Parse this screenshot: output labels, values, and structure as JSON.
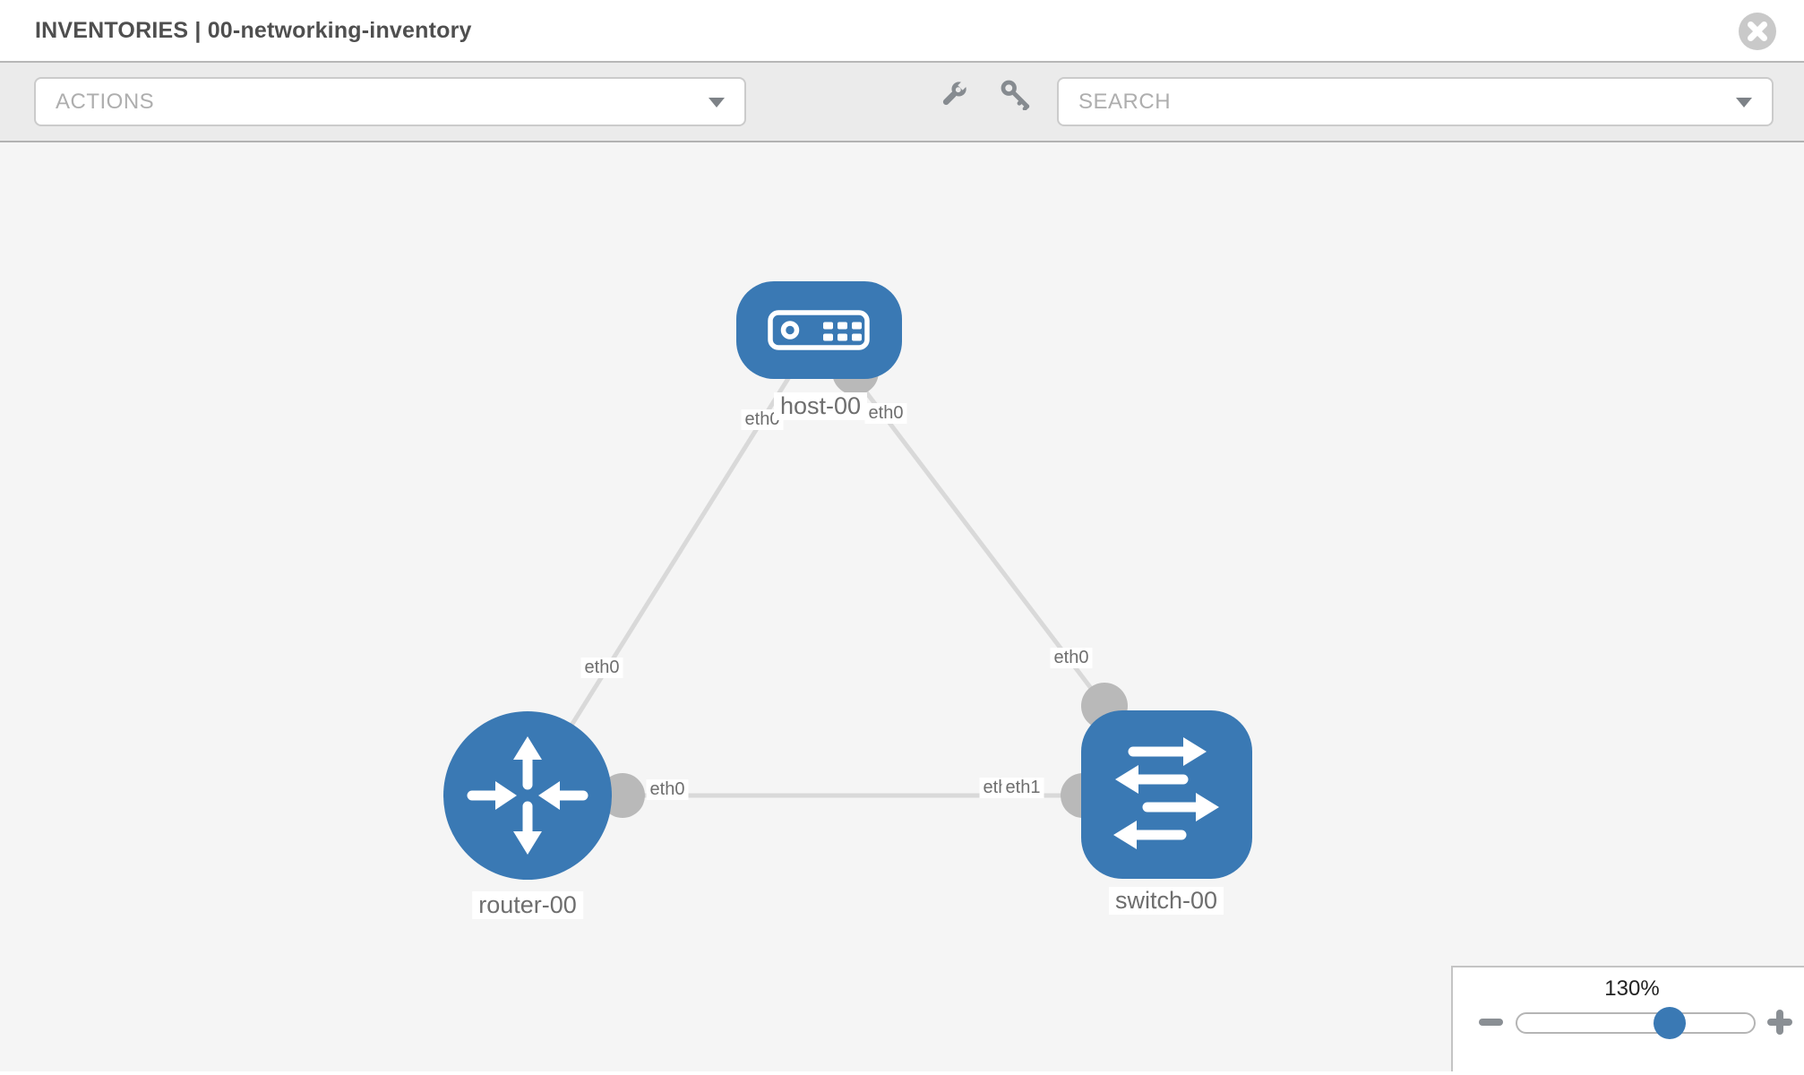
{
  "window": {
    "title": "INVENTORIES | 00-networking-inventory"
  },
  "toolbar": {
    "actions_dropdown": {
      "value": "ACTIONS"
    },
    "wrench_button": {
      "icon": "wrench-icon"
    },
    "key_button": {
      "icon": "key-icon"
    },
    "search_dropdown": {
      "value": "SEARCH"
    }
  },
  "topology": {
    "nodes": [
      {
        "label": "host-00",
        "type": "host",
        "icon": "server-icon"
      },
      {
        "label": "router-00",
        "type": "router",
        "icon": "router-arrows-icon"
      },
      {
        "label": "switch-00",
        "type": "switch",
        "icon": "switch-arrows-icon"
      }
    ],
    "links": [
      {
        "from": "host-00",
        "from_if": "eth0",
        "to": "router-00",
        "to_if": "eth0"
      },
      {
        "from": "host-00",
        "from_if": "eth0",
        "to": "switch-00",
        "to_if": "eth0"
      },
      {
        "from": "router-00",
        "from_if": "eth0",
        "to": "switch-00",
        "to_if": "eth1"
      }
    ],
    "if_labels": {
      "host_left": "eth0",
      "host_right": "eth0",
      "router_top": "eth0",
      "switch_top": "eth0",
      "link_router_side": "eth0",
      "link_switch_back": "eth0",
      "link_switch_front": "eth1"
    }
  },
  "zoom_control": {
    "level": "130%"
  },
  "colors": {
    "node_blue": "#3a79b4",
    "link_gray": "#d9d9d9",
    "port_gray": "#b9b9b9",
    "toolbar_bg": "#ebebeb"
  }
}
